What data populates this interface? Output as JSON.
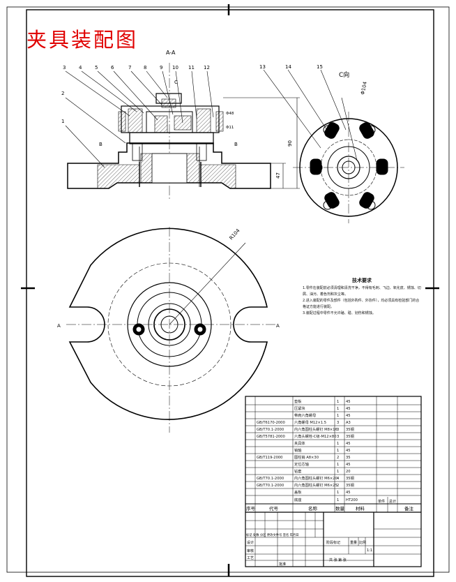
{
  "title": "夹具装配图",
  "view_labels": {
    "section": "A-A",
    "view_c": "C向",
    "section_mark_a": "A",
    "section_mark_b": "B",
    "detail_c": "C"
  },
  "part_numbers": [
    "1",
    "2",
    "3",
    "4",
    "5",
    "6",
    "7",
    "8",
    "9",
    "10",
    "11",
    "12",
    "13",
    "14",
    "15"
  ],
  "dimensions": {
    "height_total": "90",
    "height_lower": "47",
    "radius_plan": "R104",
    "diameter_c": "Φ104",
    "fit_1": "Φ48",
    "fit_2": "Φ11"
  },
  "requirements": {
    "heading": "技术要求",
    "lines": [
      "1.零件在装配前必须清理和清洗干净，不得有毛刺、飞边、氧化皮、锈蚀、切屑、油污、着色剂和灰尘等。",
      "2.进入装配的零件及部件（包括外购件、外协件），均必须具有检验部门的合格证方能进行装配。",
      "3.装配过程中零件不允许磕、碰、划伤和锈蚀。"
    ]
  },
  "bom": {
    "header": [
      "序号",
      "代号",
      "名称",
      "数量",
      "材料",
      "单件",
      "总计",
      "备注"
    ],
    "rows": [
      {
        "no": "",
        "code": "",
        "name": "垫板",
        "qty": "1",
        "mat": "45"
      },
      {
        "no": "",
        "code": "",
        "name": "压紧块",
        "qty": "1",
        "mat": "45"
      },
      {
        "no": "",
        "code": "",
        "name": "带肩六角螺母",
        "qty": "1",
        "mat": "45"
      },
      {
        "no": "",
        "code": "GB/T6170-2000",
        "name": "六角螺母 M12×1.5",
        "qty": "3",
        "mat": "A3"
      },
      {
        "no": "",
        "code": "GB/T70.1-2000",
        "name": "内六角圆柱头螺钉 M8×16",
        "qty": "3",
        "mat": "35钢"
      },
      {
        "no": "",
        "code": "GB/T5781-2000",
        "name": "六角头螺栓-C级-M12×80",
        "qty": "3",
        "mat": "35钢"
      },
      {
        "no": "",
        "code": "",
        "name": "夹具体",
        "qty": "1",
        "mat": "45"
      },
      {
        "no": "",
        "code": "",
        "name": "销轴",
        "qty": "1",
        "mat": "45"
      },
      {
        "no": "",
        "code": "GB/T119-2000",
        "name": "圆柱销 A8×30",
        "qty": "2",
        "mat": "35"
      },
      {
        "no": "",
        "code": "",
        "name": "定位芯轴",
        "qty": "1",
        "mat": "45"
      },
      {
        "no": "",
        "code": "",
        "name": "钻套",
        "qty": "1",
        "mat": "20"
      },
      {
        "no": "",
        "code": "GB/T70.1-2000",
        "name": "内六角圆柱头螺钉 M6×20",
        "qty": "4",
        "mat": "35钢"
      },
      {
        "no": "",
        "code": "GB/T70.1-2000",
        "name": "内六角圆柱头螺钉 M6×25",
        "qty": "2",
        "mat": "35钢"
      },
      {
        "no": "",
        "code": "",
        "name": "盖板",
        "qty": "1",
        "mat": "45"
      },
      {
        "no": "",
        "code": "",
        "name": "底座",
        "qty": "1",
        "mat": "HT200"
      }
    ]
  },
  "title_block": {
    "label_design": "设计",
    "label_check": "审核",
    "label_craft": "工艺",
    "label_approve": "批准",
    "label_stage": "阶段标记",
    "label_weight": "重量",
    "label_scale": "比例",
    "scale_value": "1:1",
    "label_sheets": "共 张 第 张",
    "label_mark": "标记 处数 分区 更改文件号 签名 年月日"
  },
  "colors": {
    "title": "#e00000",
    "line": "#000000"
  }
}
